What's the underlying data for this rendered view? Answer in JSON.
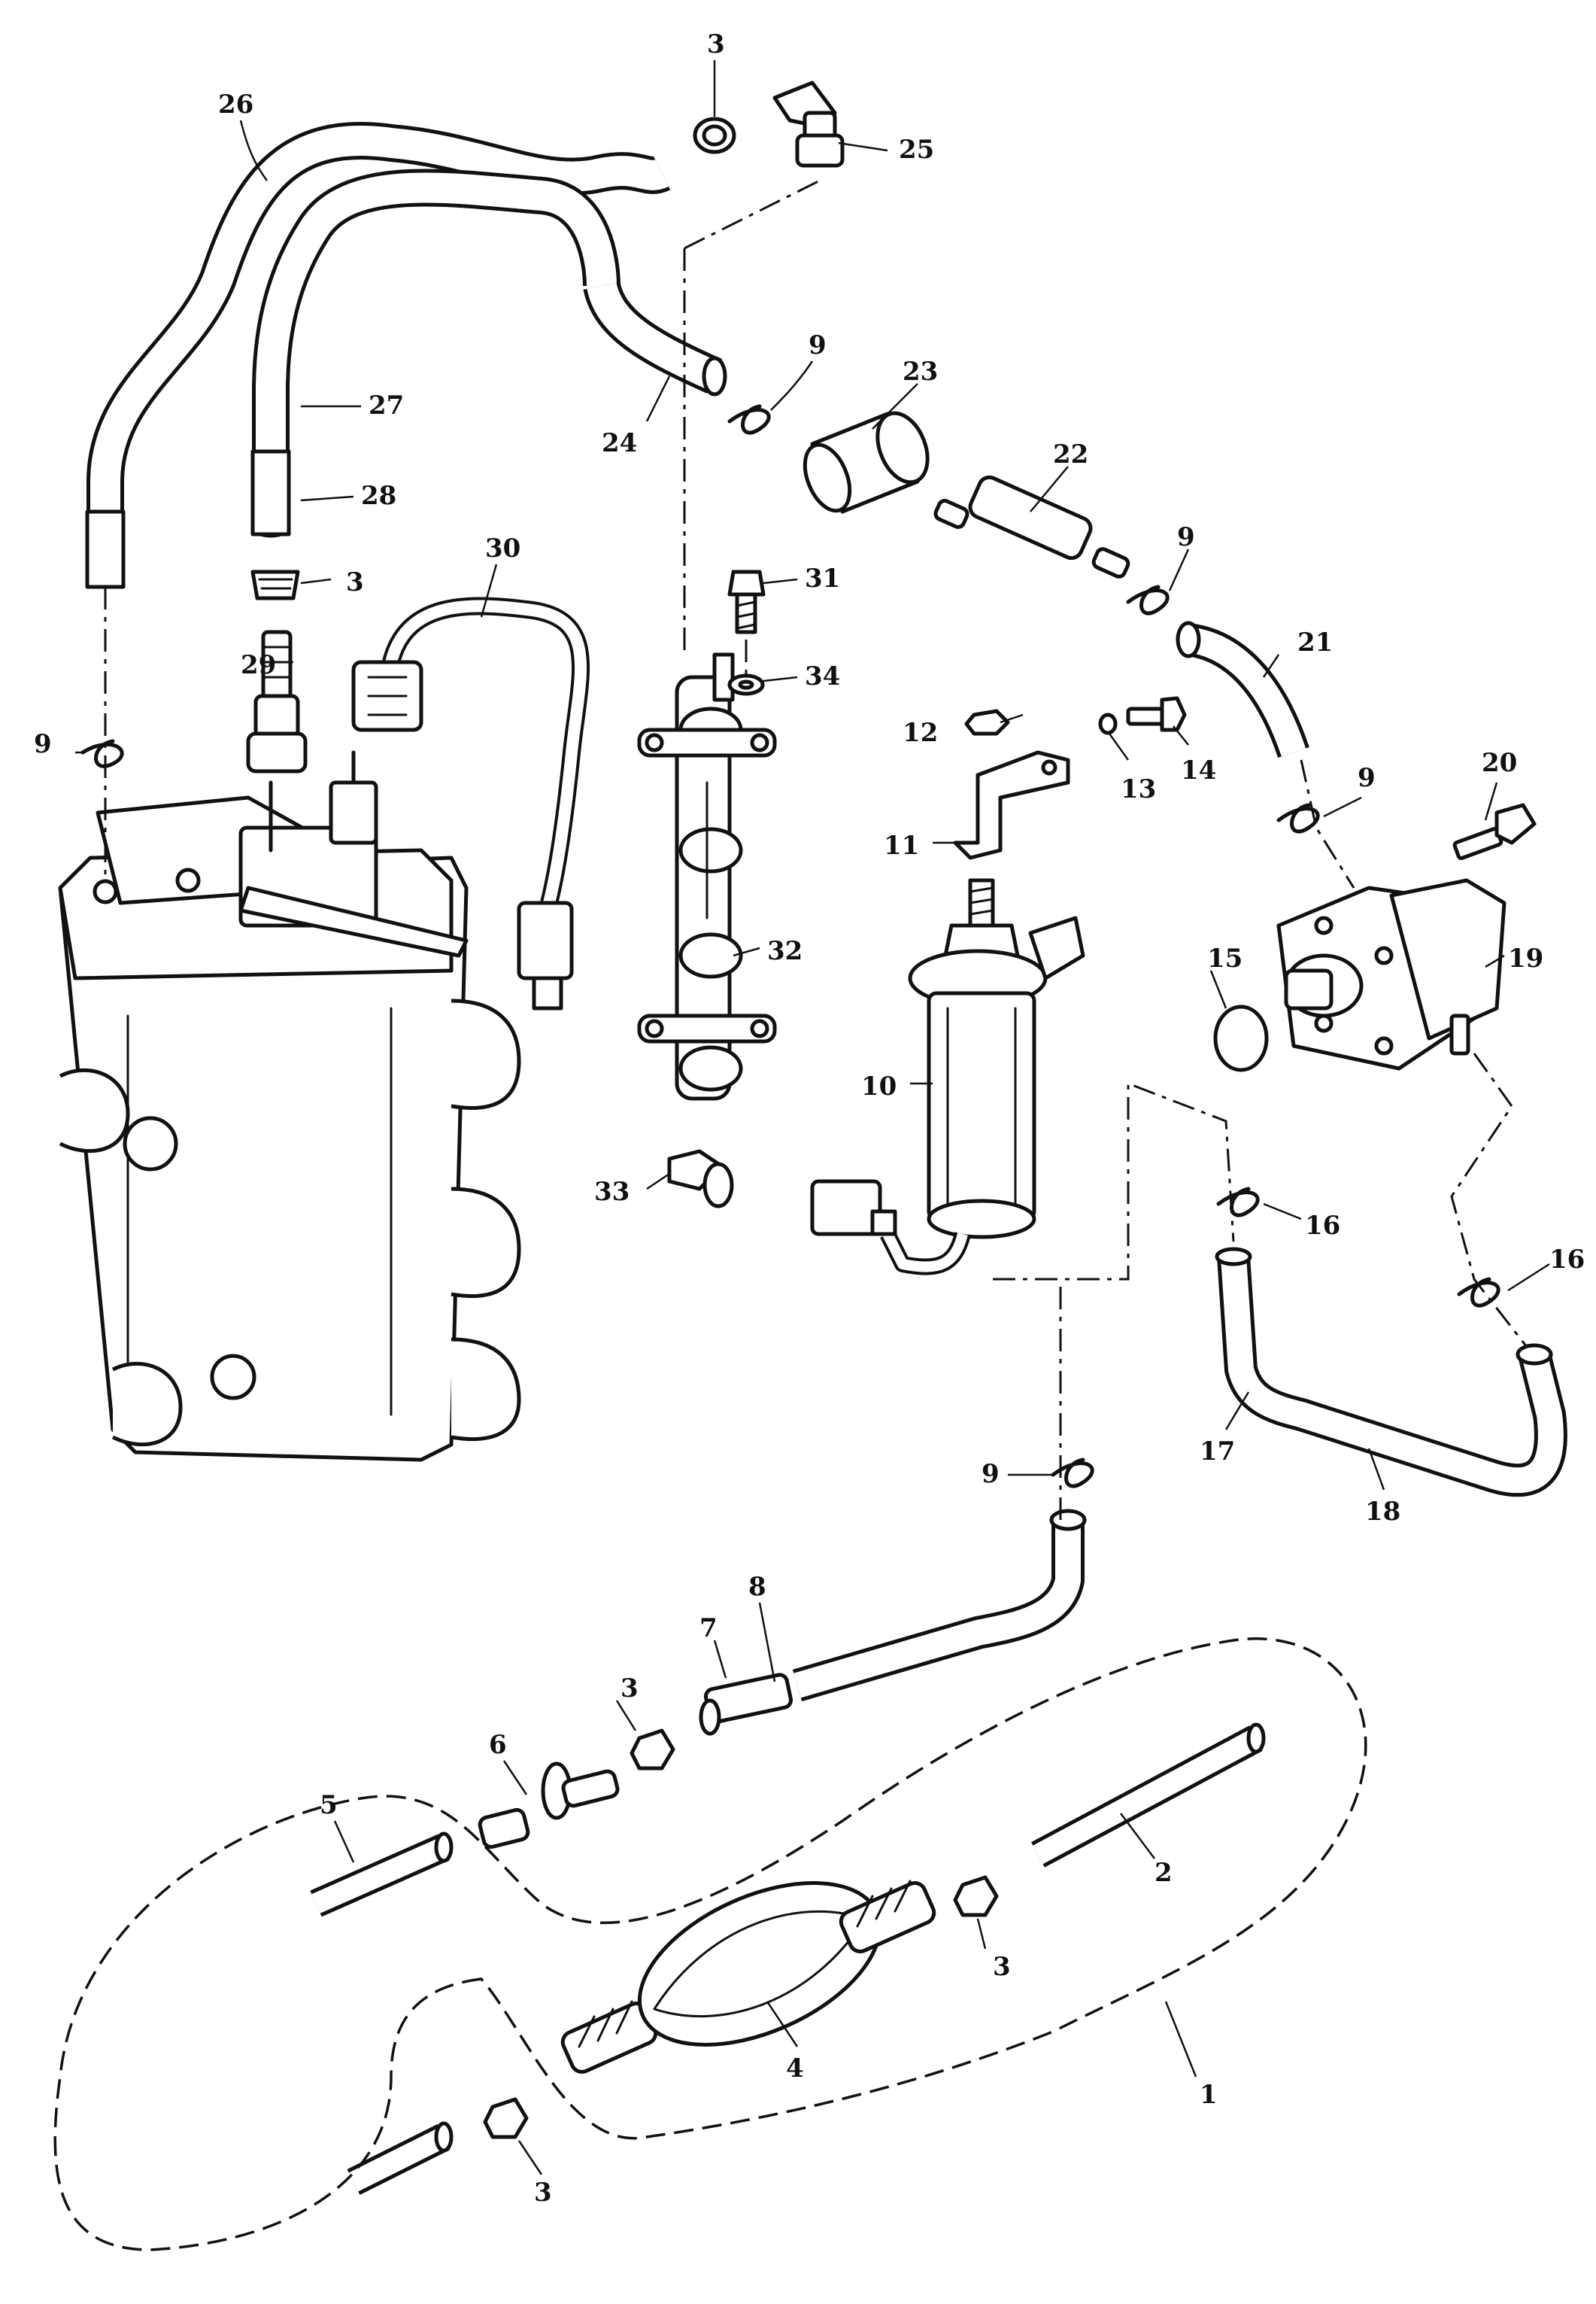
{
  "callouts": [
    {
      "id": "c1",
      "label": "1"
    },
    {
      "id": "c2",
      "label": "2"
    },
    {
      "id": "c3a",
      "label": "3"
    },
    {
      "id": "c3b",
      "label": "3"
    },
    {
      "id": "c3c",
      "label": "3"
    },
    {
      "id": "c3d",
      "label": "3"
    },
    {
      "id": "c3e",
      "label": "3"
    },
    {
      "id": "c4",
      "label": "4"
    },
    {
      "id": "c5",
      "label": "5"
    },
    {
      "id": "c6",
      "label": "6"
    },
    {
      "id": "c7",
      "label": "7"
    },
    {
      "id": "c8",
      "label": "8"
    },
    {
      "id": "c9a",
      "label": "9"
    },
    {
      "id": "c9b",
      "label": "9"
    },
    {
      "id": "c9c",
      "label": "9"
    },
    {
      "id": "c9d",
      "label": "9"
    },
    {
      "id": "c9e",
      "label": "9"
    },
    {
      "id": "c10",
      "label": "10"
    },
    {
      "id": "c11",
      "label": "11"
    },
    {
      "id": "c12",
      "label": "12"
    },
    {
      "id": "c13",
      "label": "13"
    },
    {
      "id": "c14",
      "label": "14"
    },
    {
      "id": "c15",
      "label": "15"
    },
    {
      "id": "c16a",
      "label": "16"
    },
    {
      "id": "c16b",
      "label": "16"
    },
    {
      "id": "c17",
      "label": "17"
    },
    {
      "id": "c18",
      "label": "18"
    },
    {
      "id": "c19",
      "label": "19"
    },
    {
      "id": "c20",
      "label": "20"
    },
    {
      "id": "c21",
      "label": "21"
    },
    {
      "id": "c22",
      "label": "22"
    },
    {
      "id": "c23",
      "label": "23"
    },
    {
      "id": "c24",
      "label": "24"
    },
    {
      "id": "c25",
      "label": "25"
    },
    {
      "id": "c26",
      "label": "26"
    },
    {
      "id": "c27",
      "label": "27"
    },
    {
      "id": "c28",
      "label": "28"
    },
    {
      "id": "c29",
      "label": "29"
    },
    {
      "id": "c30",
      "label": "30"
    },
    {
      "id": "c31",
      "label": "31"
    },
    {
      "id": "c32",
      "label": "32"
    },
    {
      "id": "c33",
      "label": "33"
    },
    {
      "id": "c34",
      "label": "34"
    }
  ]
}
